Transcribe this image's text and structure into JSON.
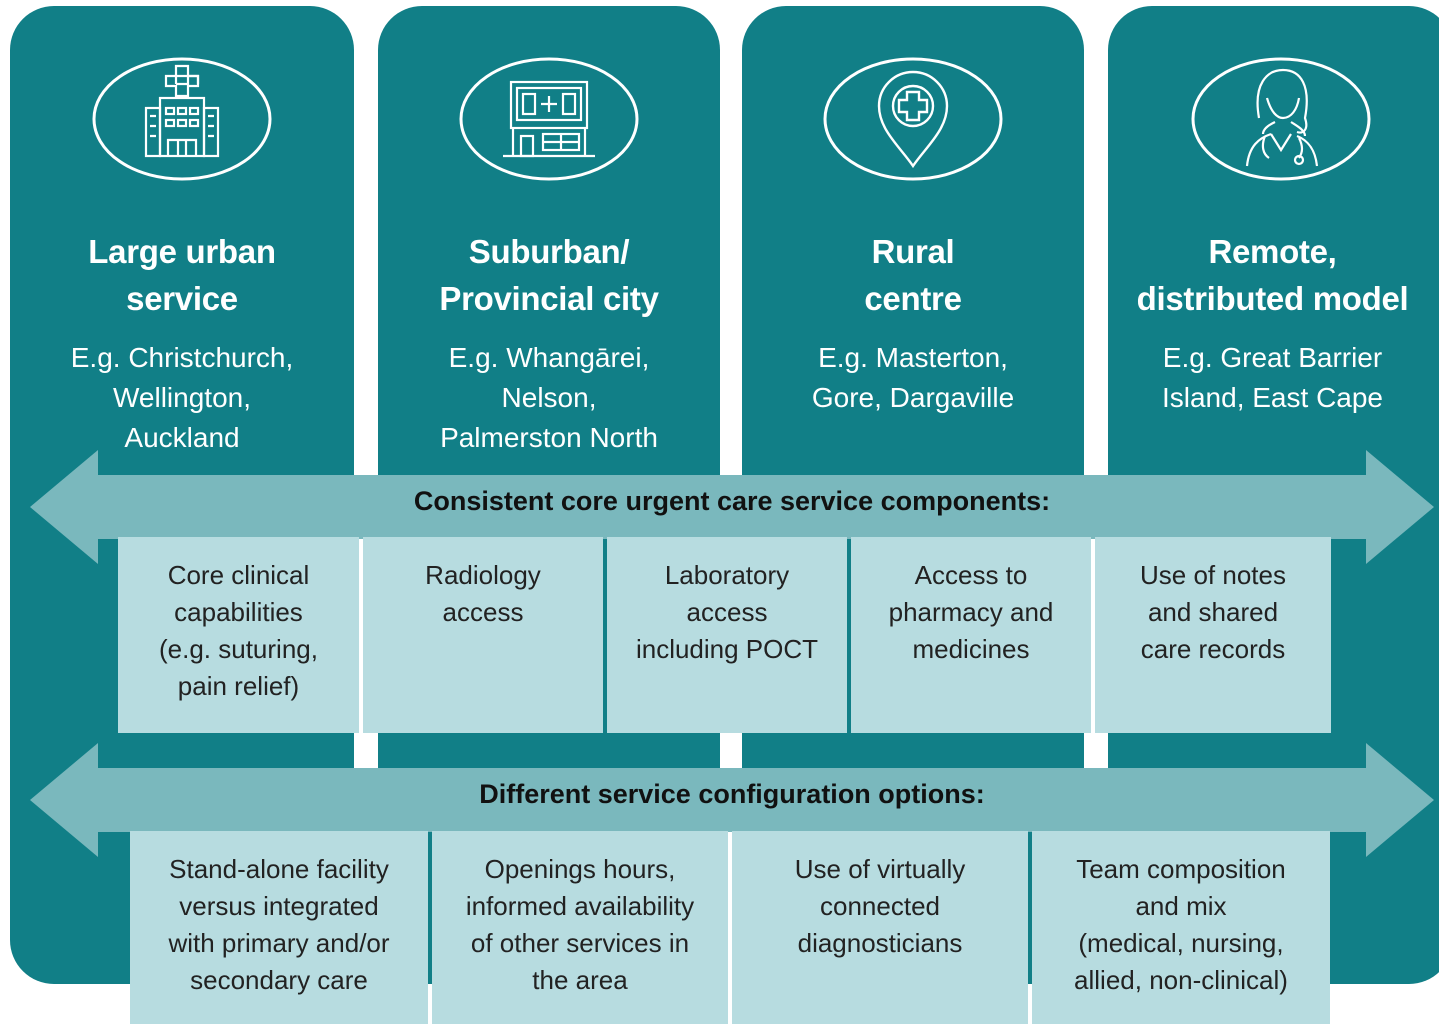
{
  "columns": [
    {
      "title_lines": [
        "Large urban",
        "service"
      ],
      "example_lines": [
        "E.g. Christchurch,",
        "Wellington,",
        "Auckland"
      ],
      "icon": "hospital-icon"
    },
    {
      "title_lines": [
        "Suburban/",
        "Provincial city"
      ],
      "example_lines": [
        "E.g. Whangārei,",
        "Nelson,",
        "Palmerston North"
      ],
      "icon": "clinic-building-icon"
    },
    {
      "title_lines": [
        "Rural",
        "centre"
      ],
      "example_lines": [
        "E.g. Masterton,",
        "Gore, Dargaville"
      ],
      "icon": "medical-location-pin-icon"
    },
    {
      "title_lines": [
        "Remote,",
        "distributed model"
      ],
      "example_lines": [
        "E.g. Great Barrier",
        "Island, East Cape"
      ],
      "icon": "doctor-icon"
    }
  ],
  "core": {
    "label": "Consistent core urgent care service components:",
    "items": [
      [
        "Core clinical",
        "capabilities",
        "(e.g. suturing,",
        "pain relief)"
      ],
      [
        "Radiology",
        "access"
      ],
      [
        "Laboratory",
        "access",
        "including POCT"
      ],
      [
        "Access to",
        "pharmacy and",
        "medicines"
      ],
      [
        "Use of notes",
        "and shared",
        "care records"
      ]
    ]
  },
  "config": {
    "label": "Different service configuration options:",
    "items": [
      [
        "Stand-alone facility",
        "versus integrated",
        "with primary and/or",
        "secondary care"
      ],
      [
        "Openings hours,",
        "informed availability",
        "of other services in",
        "the area"
      ],
      [
        "Use of virtually",
        "connected",
        "diagnosticians"
      ],
      [
        "Team composition",
        "and mix",
        "(medical, nursing,",
        "allied, non-clinical)"
      ]
    ]
  },
  "colors": {
    "teal": "#117f87",
    "arrow": "#7ab8bd",
    "cell": "#b7dce0"
  }
}
